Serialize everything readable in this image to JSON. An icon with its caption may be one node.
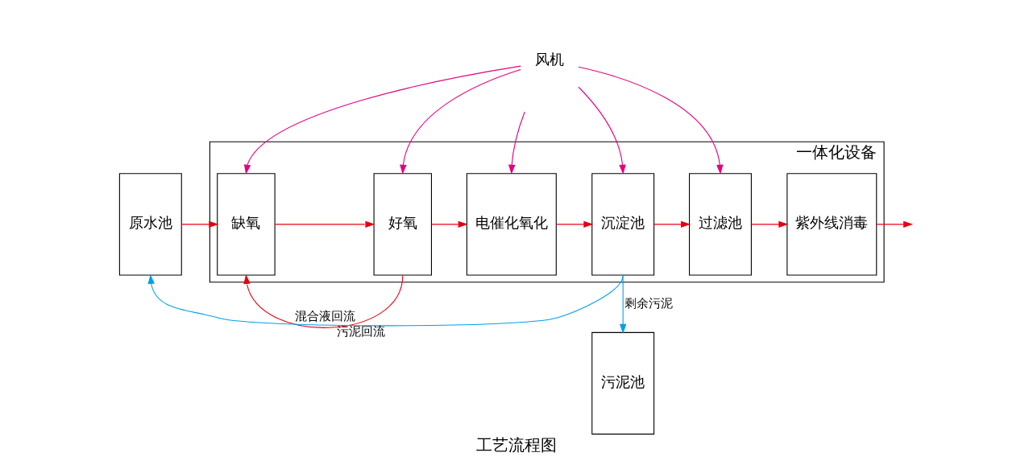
{
  "diagram": {
    "caption": "工艺流程图",
    "nodes": [
      {
        "text": [
          "原水池"
        ]
      },
      {
        "text": [
          "一体化设备"
        ]
      },
      {
        "text": [
          "缺氧"
        ],
        "in": 1
      },
      {
        "text": [
          "好氧"
        ],
        "in": 1
      },
      {
        "text": [
          "电催化氧化"
        ],
        "in": 1
      },
      {
        "text": [
          "沉淀池"
        ],
        "in": 1
      },
      {
        "text": [
          "过滤池"
        ],
        "in": 1
      },
      {
        "text": [
          "紫外线消毒"
        ],
        "in": 1
      },
      {
        "text": [
          "风机"
        ]
      },
      {
        "text": [
          "污泥池"
        ]
      }
    ],
    "edges": [
      {
        "from": 0,
        "to": 2,
        "arrow": "to",
        "color": "#e60012"
      },
      {
        "from": 2,
        "to": 3,
        "arrow": "to",
        "color": "#e60012"
      },
      {
        "from": 3,
        "to": 4,
        "arrow": "to",
        "color": "#e60012"
      },
      {
        "from": 4,
        "to": 5,
        "arrow": "to",
        "color": "#e60012"
      },
      {
        "from": 5,
        "to": 6,
        "arrow": "to",
        "color": "#e60012"
      },
      {
        "from": 6,
        "to": 7,
        "arrow": "to",
        "color": "#e60012"
      },
      {
        "from": 7,
        "to": null,
        "arrow": "to",
        "color": "#e60012"
      },
      {
        "from": 8,
        "to": 2,
        "arrow": "to",
        "color": "#e4007f"
      },
      {
        "from": 8,
        "to": 3,
        "arrow": "to",
        "color": "#e4007f"
      },
      {
        "from": 8,
        "to": 4,
        "arrow": "to",
        "color": "#e4007f"
      },
      {
        "from": 8,
        "to": 5,
        "arrow": "to",
        "color": "#e4007f"
      },
      {
        "from": 8,
        "to": 6,
        "arrow": "to",
        "color": "#e4007f"
      },
      {
        "from": 3,
        "to": 2,
        "arrow": "to",
        "label": "混合液回流",
        "color": "#e60012"
      },
      {
        "from": 5,
        "to": 0,
        "arrow": "to",
        "label": "污泥回流",
        "color": "#00a0e9"
      },
      {
        "from": 5,
        "to": 9,
        "arrow": "to",
        "label": "剩余污泥",
        "color": "#00a0e9"
      }
    ]
  }
}
